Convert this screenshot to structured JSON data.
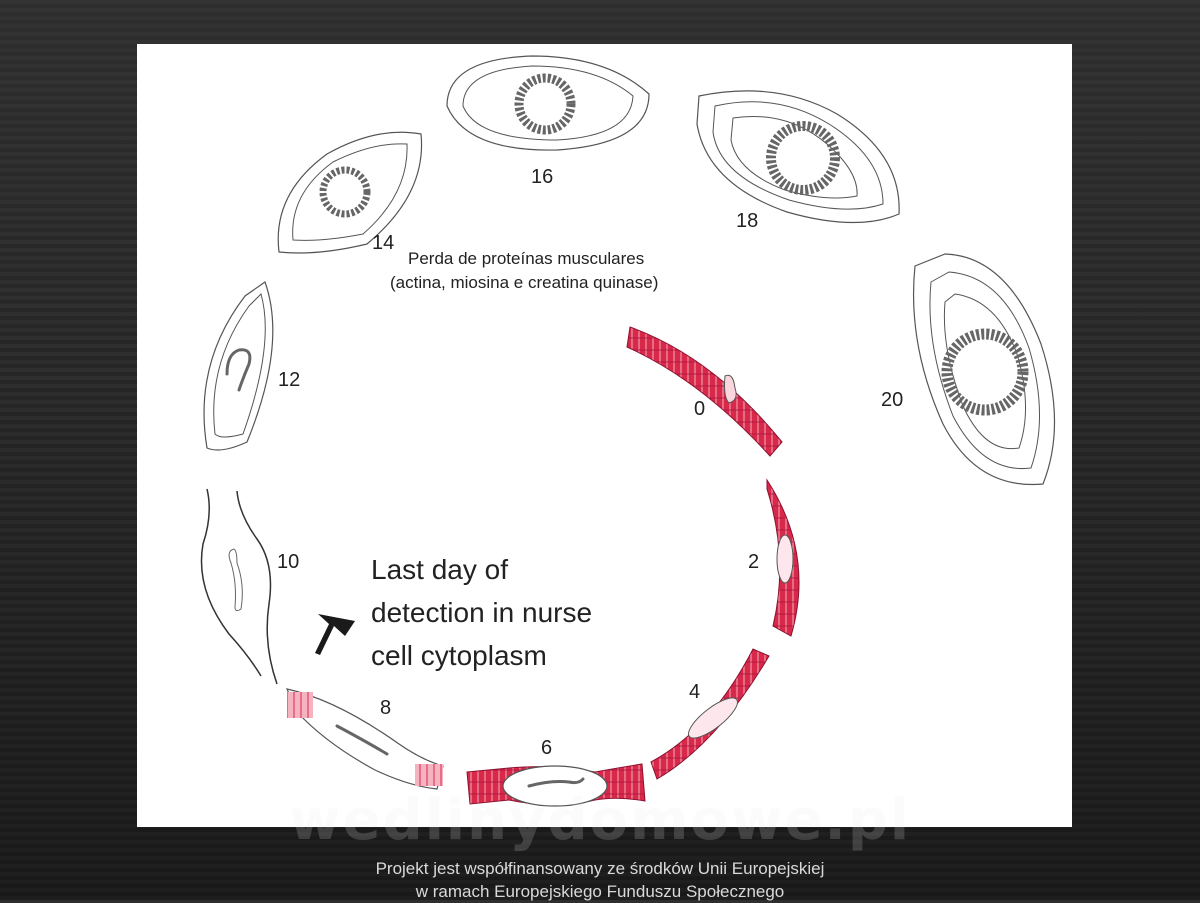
{
  "diagram": {
    "subtitle_line1": "Perda de proteínas musculares",
    "subtitle_line2": "(actina, miosina e creatina quinase)",
    "callout": [
      "Last day of",
      "detection in nurse",
      "cell cytoplasm"
    ],
    "stage_labels": {
      "d0": "0",
      "d2": "2",
      "d4": "4",
      "d6": "6",
      "d8": "8",
      "d10": "10",
      "d12": "12",
      "d14": "14",
      "d16": "16",
      "d18": "18",
      "d20": "20"
    }
  },
  "watermark": "wedlinydomowe.pl",
  "footer": {
    "line1": "Projekt jest współfinansowany ze środków Unii Europejskiej",
    "line2": "w ramach Europejskiego Funduszu Społecznego"
  },
  "colors": {
    "muscle": "#d8294a",
    "muscle_light": "#f3a2b2",
    "outline": "#555555",
    "background": "#2a2a2a",
    "slide": "#ffffff"
  }
}
